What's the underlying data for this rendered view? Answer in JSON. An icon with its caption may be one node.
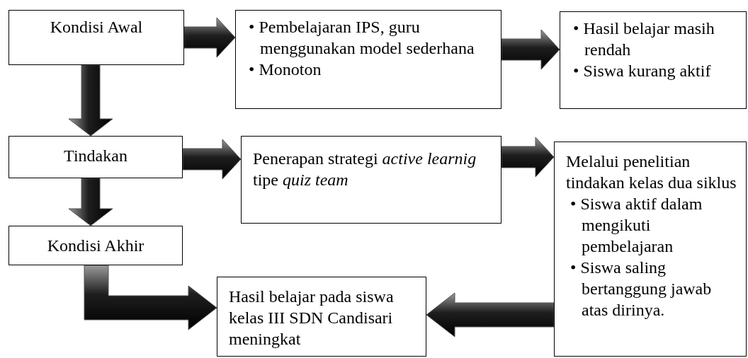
{
  "diagram": {
    "nodes": [
      {
        "text": [
          "Kondisi Awal"
        ]
      },
      {
        "text": [
          "• Pembelajaran IPS, guru menggunakan model sederhana",
          "• Monoton"
        ]
      },
      {
        "text": [
          "• Hasil belajar masih rendah",
          "• Siswa kurang aktif"
        ]
      },
      {
        "text": [
          "Tindakan"
        ]
      },
      {
        "text": [
          "Penerapan strategi *active learnig* tipe *quiz team*"
        ]
      },
      {
        "text": [
          "Melalui penelitian tindakan kelas dua siklus",
          "• Siswa aktif dalam mengikuti pembelajaran",
          "• Siswa saling bertanggung jawab atas dirinya."
        ]
      },
      {
        "text": [
          "Kondisi Akhir"
        ]
      },
      {
        "text": [
          "Hasil belajar pada siswa kelas III SDN Candisari meningkat"
        ]
      }
    ],
    "edges": [
      {
        "from": 0,
        "to": 1,
        "arrow": "to"
      },
      {
        "from": 1,
        "to": 2,
        "arrow": "to"
      },
      {
        "from": 0,
        "to": 3,
        "arrow": "to"
      },
      {
        "from": 3,
        "to": 4,
        "arrow": "to"
      },
      {
        "from": 4,
        "to": 5,
        "arrow": "to"
      },
      {
        "from": 3,
        "to": 6,
        "arrow": "to"
      },
      {
        "from": 6,
        "to": 7,
        "arrow": "to"
      },
      {
        "from": 5,
        "to": 7,
        "arrow": "to"
      }
    ]
  }
}
